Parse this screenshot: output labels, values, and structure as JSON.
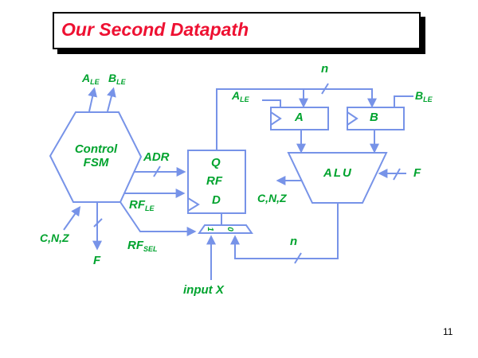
{
  "title": {
    "text": "Our Second Datapath"
  },
  "page": {
    "number": "11"
  },
  "colors": {
    "wire": "#7793e8",
    "label_green": "#00a32e",
    "title_red": "#ee1132",
    "shadow": "#000000"
  },
  "diagram": {
    "control_fsm": {
      "line1": "Control",
      "line2": "FSM"
    },
    "registers": {
      "a": "A",
      "b": "B"
    },
    "alu": {
      "label": "ALU"
    },
    "rf": {
      "q": "Q",
      "name": "RF",
      "d": "D"
    },
    "mux": {
      "input1": "1",
      "input0": "0"
    },
    "signals": {
      "a_le_top": {
        "base": "A",
        "sub": "LE"
      },
      "b_le_top": {
        "base": "B",
        "sub": "LE"
      },
      "a_le_reg": {
        "base": "A",
        "sub": "LE"
      },
      "b_le_reg": {
        "base": "B",
        "sub": "LE"
      },
      "n_top": "n",
      "n_bottom": "n",
      "adr": "ADR",
      "rf_le": {
        "base": "RF",
        "sub": "LE"
      },
      "rf_sel": {
        "base": "RF",
        "sub": "SEL"
      },
      "cnz_fsm": "C,N,Z",
      "cnz_alu": "C,N,Z",
      "f_fsm": "F",
      "f_alu": "F",
      "input_x": "input X"
    }
  }
}
